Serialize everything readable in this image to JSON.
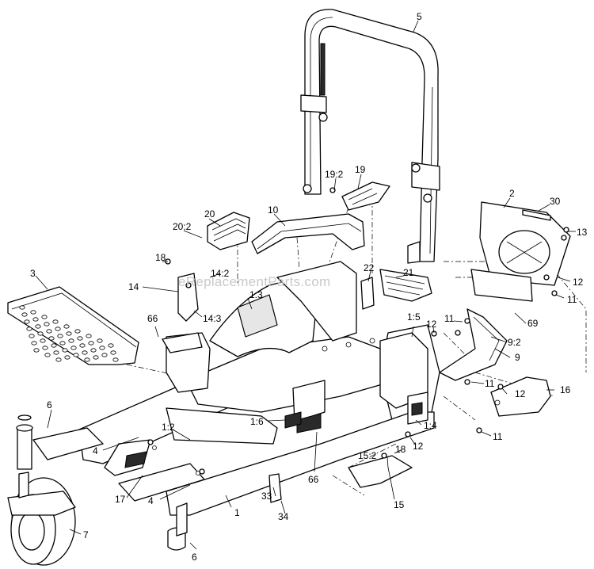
{
  "diagram": {
    "watermark": "eReplacementParts.com",
    "callouts": [
      {
        "id": "c-5",
        "label": "5"
      },
      {
        "id": "c-19-2",
        "label": "19:2"
      },
      {
        "id": "c-19",
        "label": "19"
      },
      {
        "id": "c-2",
        "label": "2"
      },
      {
        "id": "c-30",
        "label": "30"
      },
      {
        "id": "c-20",
        "label": "20"
      },
      {
        "id": "c-20-2",
        "label": "20:2"
      },
      {
        "id": "c-10",
        "label": "10"
      },
      {
        "id": "c-13",
        "label": "13"
      },
      {
        "id": "c-3",
        "label": "3"
      },
      {
        "id": "c-18a",
        "label": "18"
      },
      {
        "id": "c-14-2",
        "label": "14:2"
      },
      {
        "id": "c-14",
        "label": "14"
      },
      {
        "id": "c-1-3",
        "label": "1:3"
      },
      {
        "id": "c-22",
        "label": "22"
      },
      {
        "id": "c-21",
        "label": "21"
      },
      {
        "id": "c-12a",
        "label": "12"
      },
      {
        "id": "c-11a",
        "label": "11"
      },
      {
        "id": "c-14-3",
        "label": "14:3"
      },
      {
        "id": "c-66a",
        "label": "66"
      },
      {
        "id": "c-1-5",
        "label": "1:5"
      },
      {
        "id": "c-11b",
        "label": "11"
      },
      {
        "id": "c-12b",
        "label": "12"
      },
      {
        "id": "c-69",
        "label": "69"
      },
      {
        "id": "c-9-2",
        "label": "9:2"
      },
      {
        "id": "c-9",
        "label": "9"
      },
      {
        "id": "c-11c",
        "label": "11"
      },
      {
        "id": "c-16",
        "label": "16"
      },
      {
        "id": "c-12c",
        "label": "12"
      },
      {
        "id": "c-6a",
        "label": "6"
      },
      {
        "id": "c-1-6",
        "label": "1:6"
      },
      {
        "id": "c-1-2",
        "label": "1:2"
      },
      {
        "id": "c-1-4",
        "label": "1:4"
      },
      {
        "id": "c-12d",
        "label": "12"
      },
      {
        "id": "c-11d",
        "label": "11"
      },
      {
        "id": "c-4a",
        "label": "4"
      },
      {
        "id": "c-15-2",
        "label": "15:2"
      },
      {
        "id": "c-18b",
        "label": "18"
      },
      {
        "id": "c-17",
        "label": "17"
      },
      {
        "id": "c-66b",
        "label": "66"
      },
      {
        "id": "c-4b",
        "label": "4"
      },
      {
        "id": "c-15",
        "label": "15"
      },
      {
        "id": "c-33",
        "label": "33"
      },
      {
        "id": "c-1",
        "label": "1"
      },
      {
        "id": "c-34",
        "label": "34"
      },
      {
        "id": "c-7",
        "label": "7"
      },
      {
        "id": "c-6b",
        "label": "6"
      }
    ]
  }
}
